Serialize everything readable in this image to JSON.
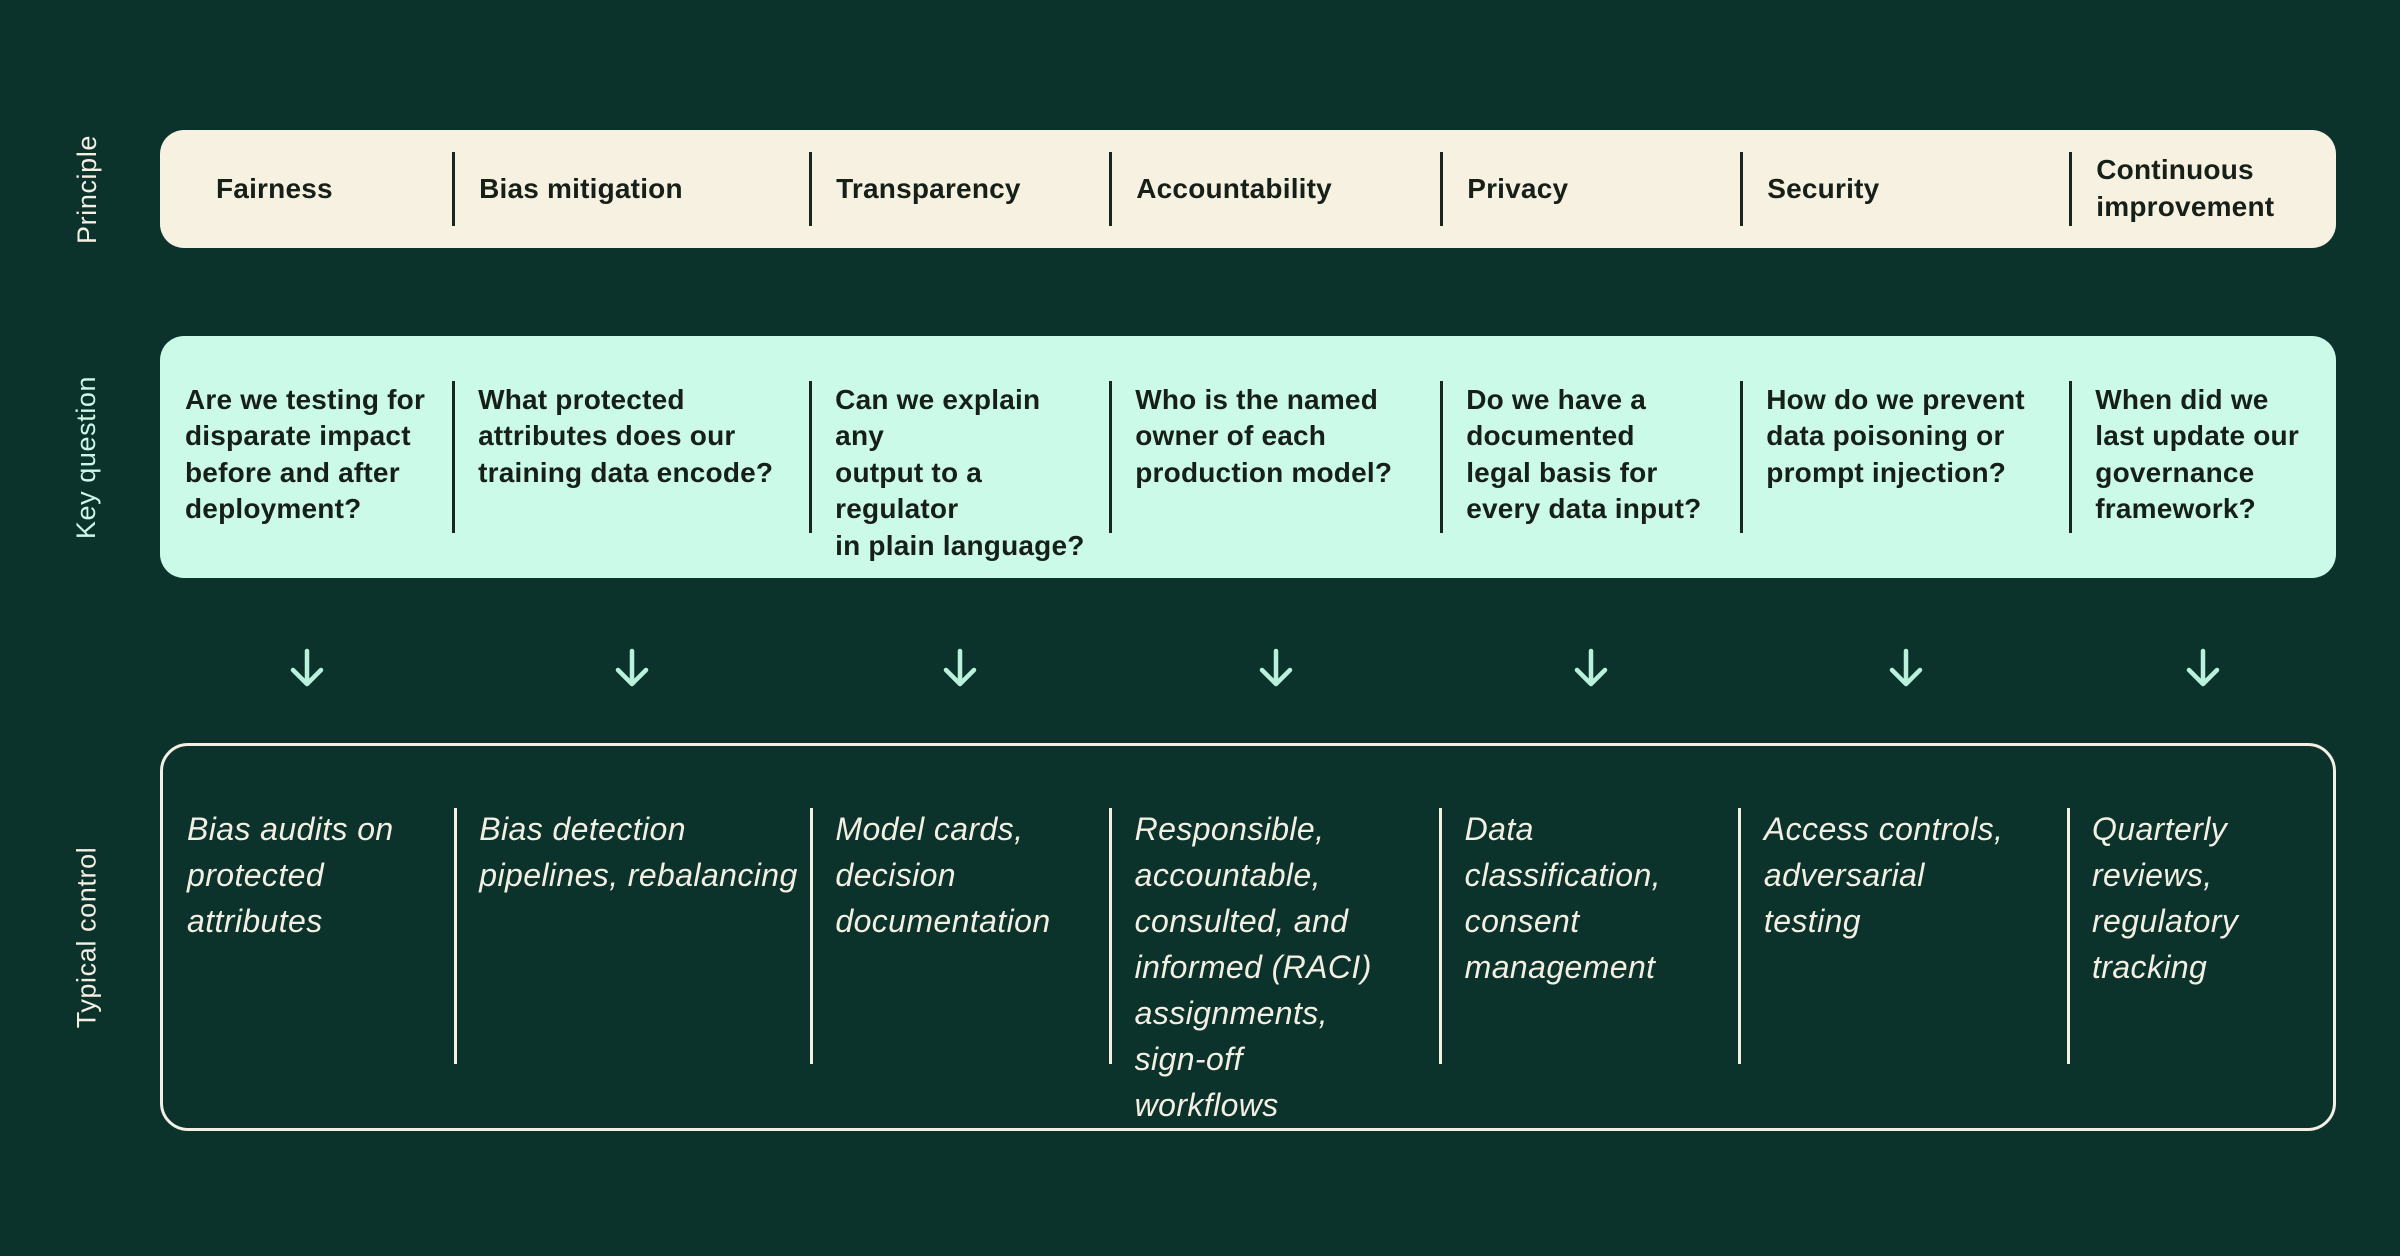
{
  "row_labels": {
    "principle": "Principle",
    "key_question": "Key question",
    "typical_control": "Typical control"
  },
  "columns": [
    {
      "principle": "Fairness",
      "key_question": "Are we testing for\ndisparate impact\nbefore and after\ndeployment?",
      "typical_control": "Bias audits on\nprotected\nattributes"
    },
    {
      "principle": "Bias mitigation",
      "key_question": "What protected\nattributes does our\ntraining data encode?",
      "typical_control": "Bias detection\npipelines, rebalancing"
    },
    {
      "principle": "Transparency",
      "key_question": "Can we explain any\noutput to a regulator\nin plain language?",
      "typical_control": "Model cards,\ndecision\ndocumentation"
    },
    {
      "principle": "Accountability",
      "key_question": "Who is the named\nowner of each\nproduction model?",
      "typical_control": "Responsible,\naccountable,\nconsulted, and\ninformed (RACI)\nassignments,\nsign-off\nworkflows"
    },
    {
      "principle": "Privacy",
      "key_question": "Do we have a\ndocumented\nlegal basis for\nevery data input?",
      "typical_control": "Data\nclassification,\nconsent\nmanagement"
    },
    {
      "principle": "Security",
      "key_question": "How do we prevent\ndata poisoning or\nprompt injection?",
      "typical_control": "Access controls,\nadversarial\ntesting"
    },
    {
      "principle": "Continuous\nimprovement",
      "key_question": "When did we\nlast update our\ngovernance\nframework?",
      "typical_control": "Quarterly\nreviews,\nregulatory\ntracking"
    }
  ],
  "icons": {
    "down_arrow": "↓"
  },
  "colors": {
    "background": "#0B332C",
    "principle_row_bg": "#F7F1E1",
    "question_row_bg": "#CBFAE9",
    "dark_text": "#162019",
    "dark_divider": "#18261F",
    "light_text": "#F3EFE2",
    "control_border": "#F3EFE2",
    "arrow": "#B9F1DC",
    "question_label": "#CDF8E9"
  }
}
